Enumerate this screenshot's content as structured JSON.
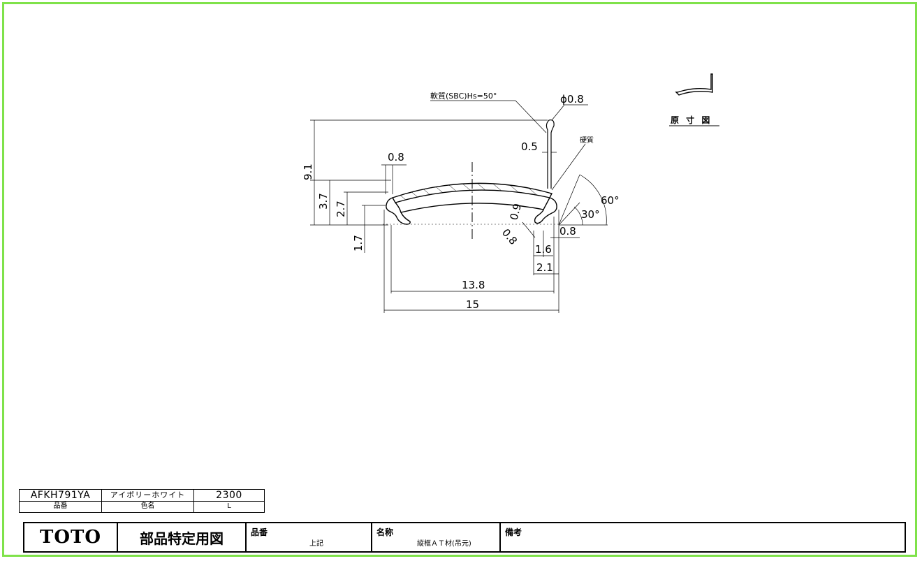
{
  "drawing": {
    "section_label": "原 寸 図",
    "material_note": "軟質(SBC)Hs=50°",
    "hard_note": "硬質",
    "dims": {
      "phi": "ϕ0.8",
      "d05": "0.5",
      "d91": "9.1",
      "d08_top": "0.8",
      "d37": "3.7",
      "d27": "2.7",
      "d17": "1.7",
      "d09": "0.9",
      "d08_diag": "0.8",
      "d08_right": "0.8",
      "d16": "1.6",
      "d21": "2.1",
      "d138": "13.8",
      "d15": "15",
      "a60": "60°",
      "a30": "30°"
    }
  },
  "spec_table": {
    "part_no": "AFKH791YA",
    "color": "アイボリーホワイト",
    "length": "2300",
    "label_part_no": "品番",
    "label_color": "色名",
    "label_length": "L"
  },
  "title_block": {
    "logo": "TOTO",
    "doc_title": "部品特定用図",
    "part_label": "品番",
    "part_value": "上記",
    "name_label": "名称",
    "name_value": "縦框ＡＴ材(吊元)",
    "remarks_label": "備考"
  }
}
